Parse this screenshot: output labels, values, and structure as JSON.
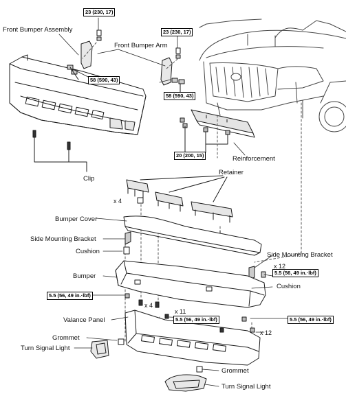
{
  "labels": {
    "front_bumper_assembly": "Front Bumper Assembly",
    "front_bumper_arm": "Front Bumper Arm",
    "clip": "Clip",
    "reinforcement": "Reinforcement",
    "retainer": "Retainer",
    "bumper_cover": "Bumper Cover",
    "side_mounting_bracket_left": "Side Mounting Bracket",
    "side_mounting_bracket_right": "Side Mounting Bracket",
    "cushion_left": "Cushion",
    "cushion_right": "Cushion",
    "bumper": "Bumper",
    "valance_panel": "Valance Panel",
    "grommet_left": "Grommet",
    "grommet_right": "Grommet",
    "turn_signal_light_left": "Turn Signal Light",
    "turn_signal_light_right": "Turn Signal Light"
  },
  "torque_specs": {
    "arm_upper_left": "23 (230, 17)",
    "arm_upper_right": "23 (230, 17)",
    "arm_lower_left": "58 (590, 43)",
    "arm_lower_right": "58 (590, 43)",
    "reinforcement": "20 (200, 15)",
    "bumper_left": "5.5 (56, 49 in.·lbf)",
    "side_bracket_right": "5.5 (56, 49 in.·lbf)",
    "valance_center": "5.5 (56, 49 in.·lbf)",
    "bumper_right": "5.5 (56, 49 in.·lbf)"
  },
  "quantities": {
    "retainer": "x 4",
    "bumper_clips": "x 4",
    "valance_clips": "x 11",
    "side_bracket": "x 12",
    "bumper_right": "x 12"
  },
  "colors": {
    "line": "#1a1a1a",
    "fill": "#ffffff",
    "shade": "#dcdcdc"
  }
}
